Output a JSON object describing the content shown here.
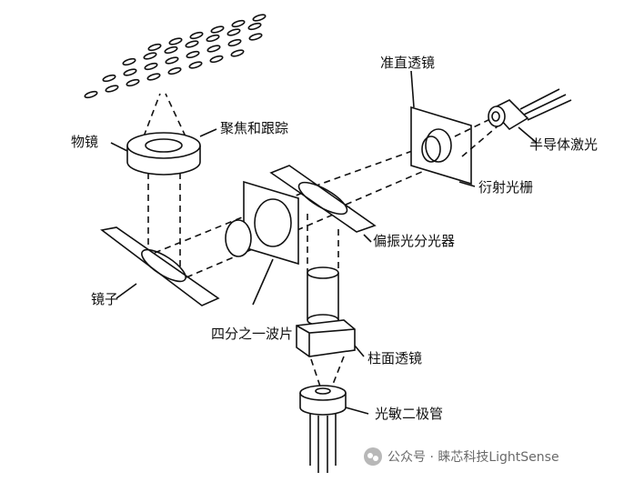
{
  "labels": {
    "objective_lens": "物镜",
    "focus_tracking": "聚焦和跟踪",
    "collimating_lens": "准直透镜",
    "semiconductor_laser": "半导体激光",
    "diffraction_grating": "衍射光栅",
    "polarizing_beam_splitter": "偏振光分光器",
    "mirror": "镜子",
    "quarter_wave_plate": "四分之一波片",
    "cylindrical_lens": "柱面透镜",
    "photodiode": "光敏二极管"
  },
  "watermark": {
    "text": "公众号 · 睐芯科技LightSense",
    "icon": "wechat-icon"
  }
}
